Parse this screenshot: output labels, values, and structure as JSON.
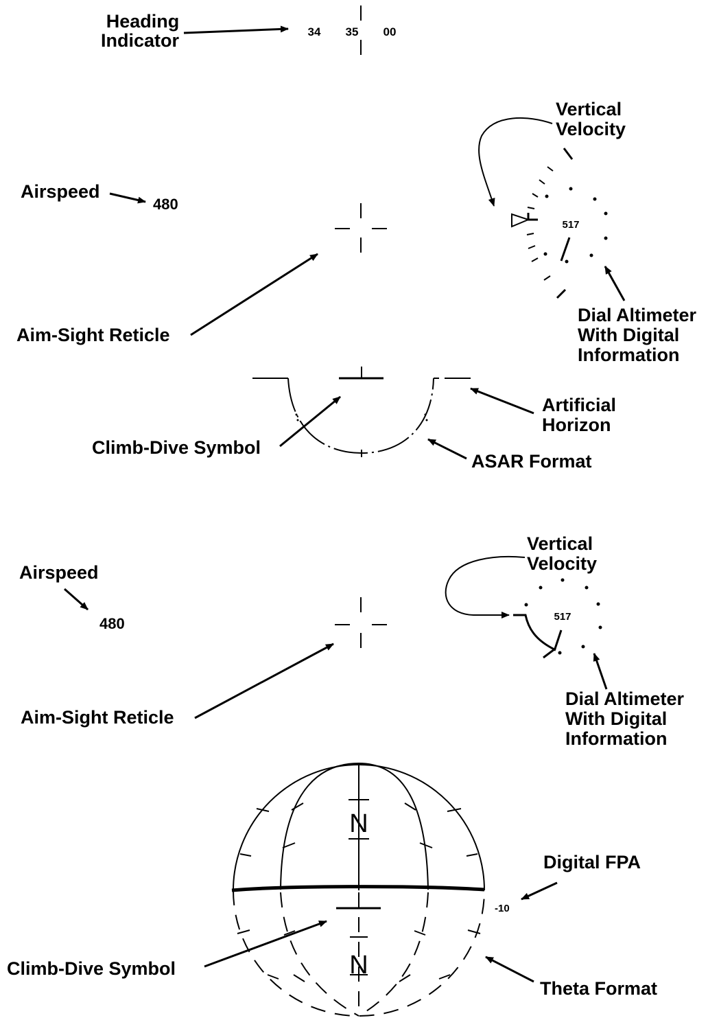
{
  "top_panel": {
    "heading_label_line1": "Heading",
    "heading_label_line2": "Indicator",
    "heading_ticks": [
      "34",
      "35",
      "00"
    ],
    "airspeed_label": "Airspeed",
    "airspeed_value": "480",
    "vv_label_line1": "Vertical",
    "vv_label_line2": "Velocity",
    "altitude_value": "517",
    "altimeter_label_line1": "Dial Altimeter",
    "altimeter_label_line2": "With Digital",
    "altimeter_label_line3": "Information",
    "reticle_label": "Aim-Sight Reticle",
    "horizon_label_line1": "Artificial",
    "horizon_label_line2": "Horizon",
    "climb_dive_label": "Climb-Dive Symbol",
    "format_label": "ASAR Format"
  },
  "bottom_panel": {
    "airspeed_label": "Airspeed",
    "airspeed_value": "480",
    "vv_label_line1": "Vertical",
    "vv_label_line2": "Velocity",
    "altitude_value": "517",
    "altimeter_label_line1": "Dial Altimeter",
    "altimeter_label_line2": "With Digital",
    "altimeter_label_line3": "Information",
    "reticle_label": "Aim-Sight Reticle",
    "north_upper": "N",
    "north_lower": "N",
    "fpa_label": "Digital FPA",
    "fpa_value": "-10",
    "climb_dive_label": "Climb-Dive Symbol",
    "format_label": "Theta Format"
  }
}
